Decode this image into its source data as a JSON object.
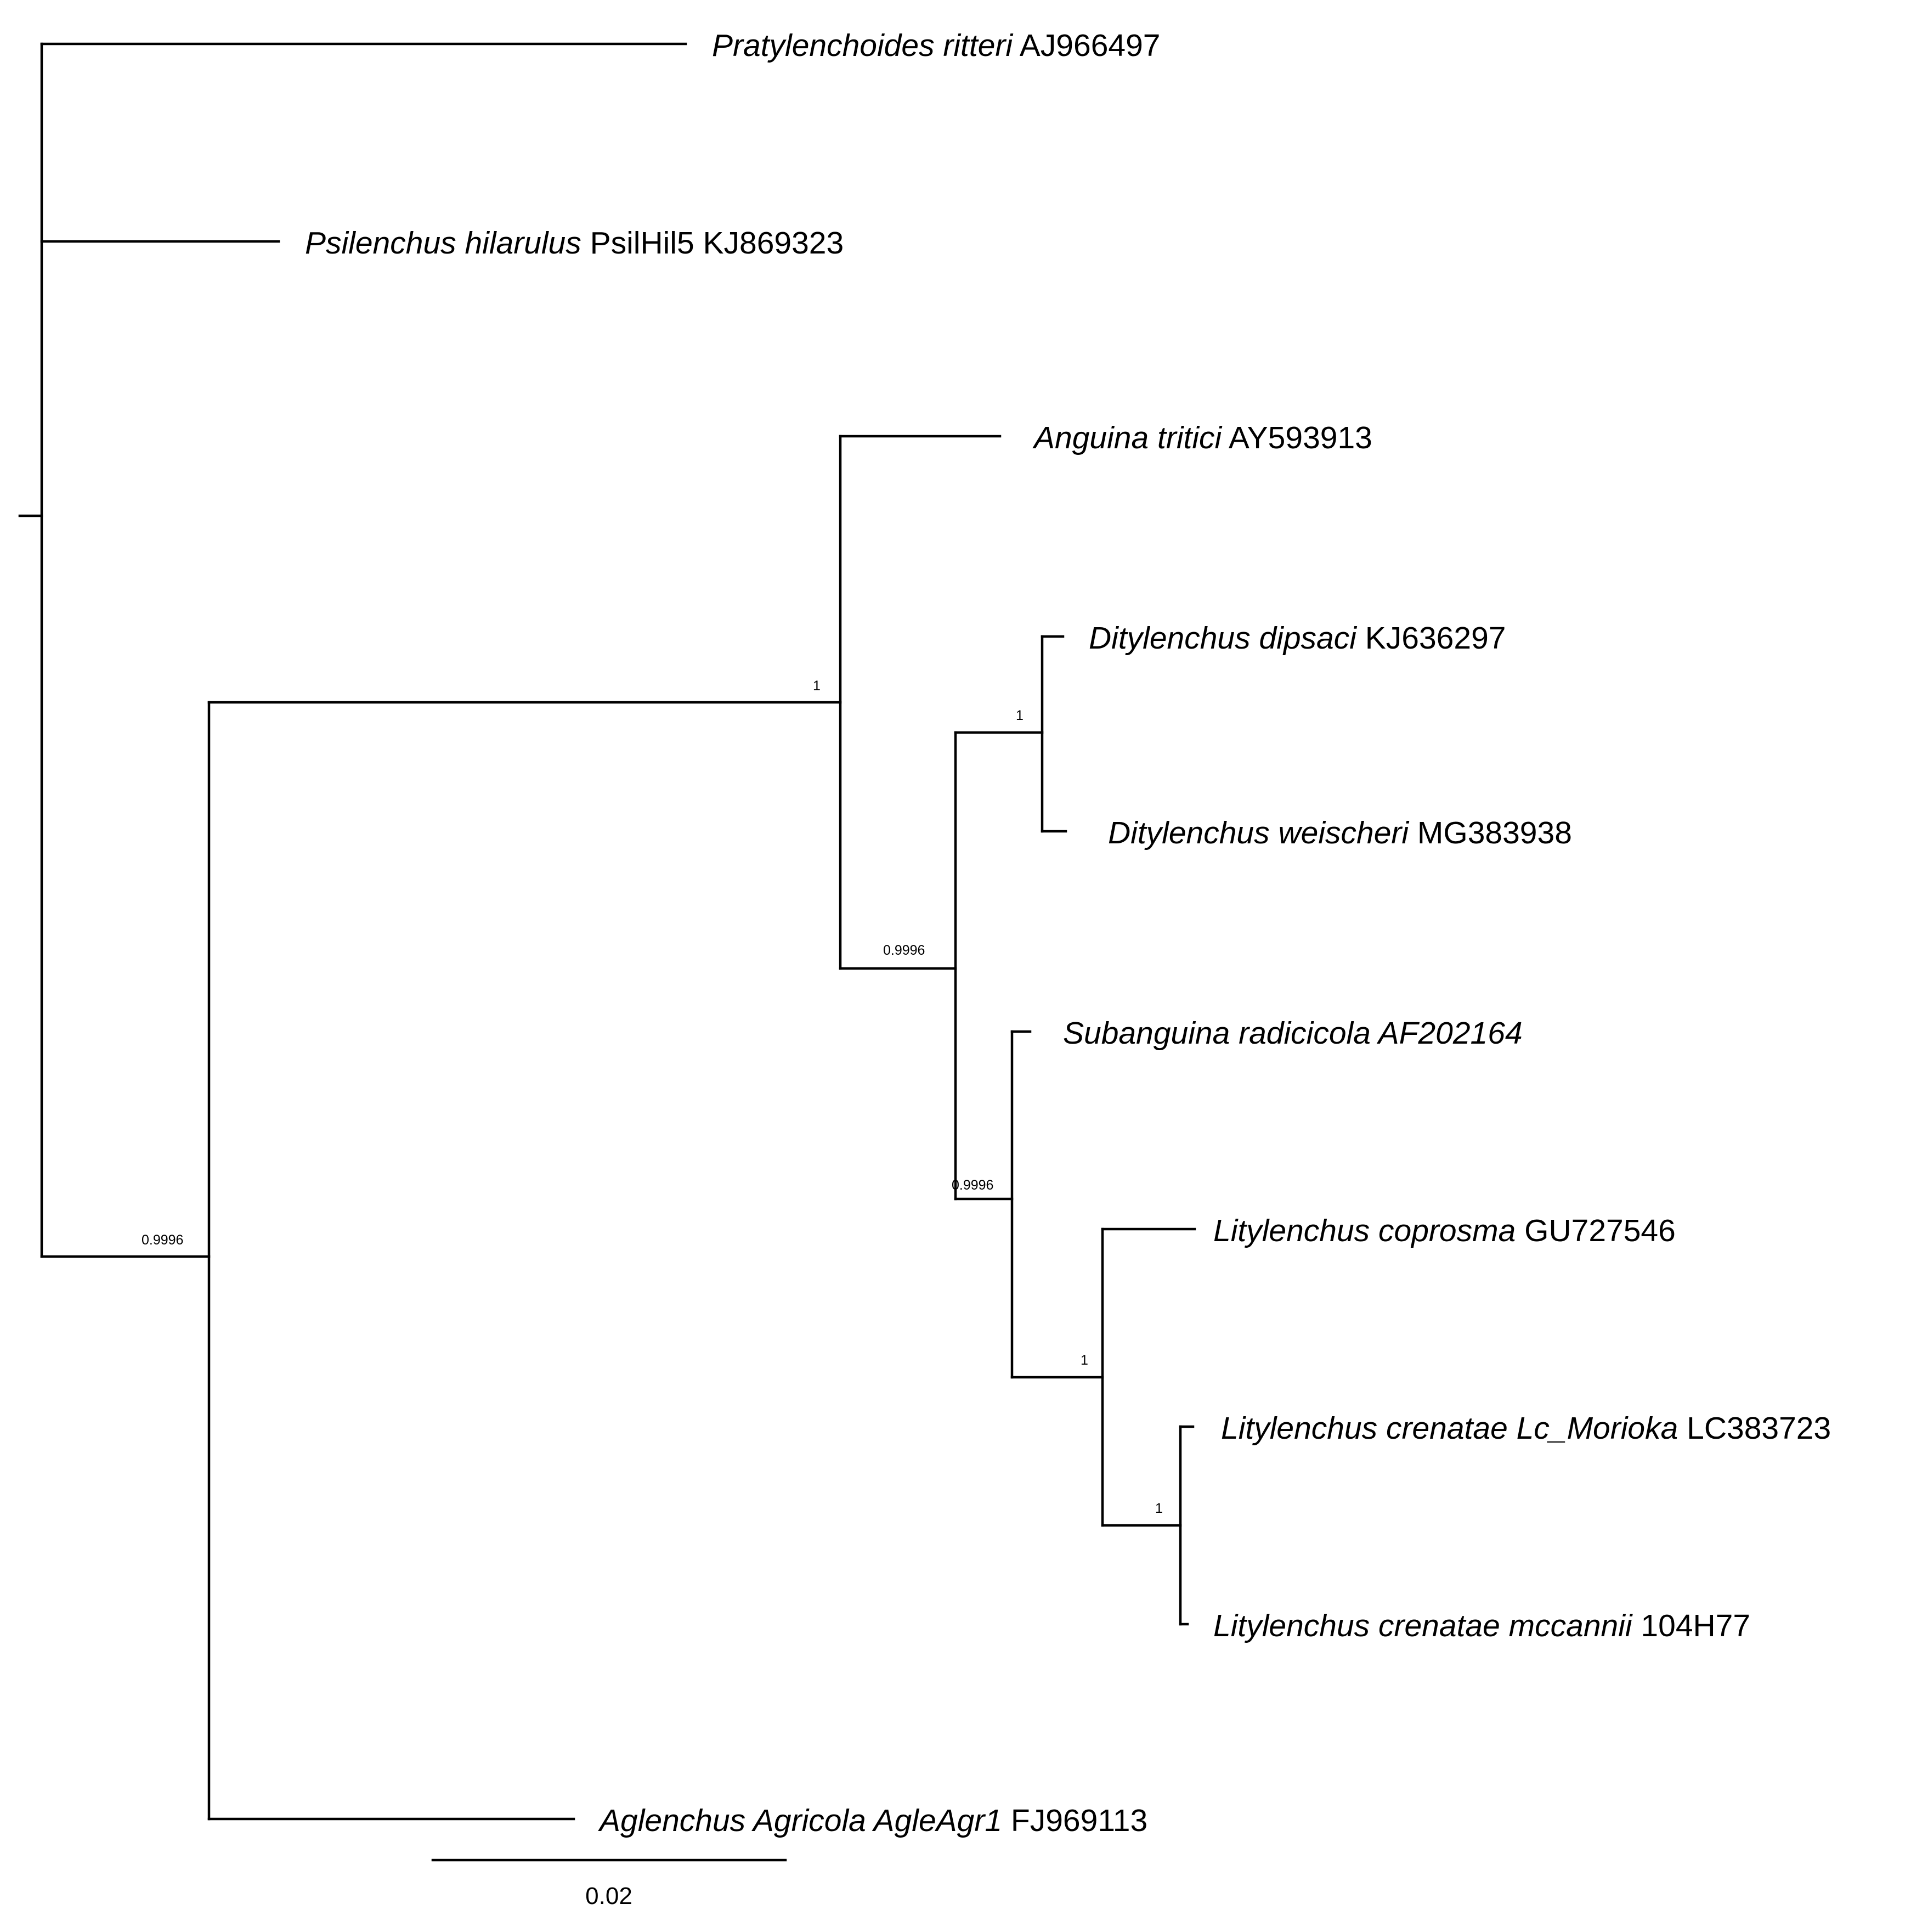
{
  "tree": {
    "taxa": [
      {
        "id": "pratylenchoides",
        "italic": "Pratylenchoides ritteri",
        "plain": " AJ966497"
      },
      {
        "id": "psilenchus",
        "italic": "Psilenchus hilarulus",
        "plain": " PsilHil5 KJ869323"
      },
      {
        "id": "anguina",
        "italic": "Anguina tritici",
        "plain": " AY593913"
      },
      {
        "id": "ditylenchus-dipsaci",
        "italic": "Ditylenchus dipsaci",
        "plain": " KJ636297"
      },
      {
        "id": "ditylenchus-weischeri",
        "italic": "Ditylenchus weischeri",
        "plain": " MG383938"
      },
      {
        "id": "subanguina",
        "italic": "Subanguina radicicola AF202164",
        "plain": ""
      },
      {
        "id": "litylenchus-coprosma",
        "italic": "Litylenchus coprosma",
        "plain": " GU727546"
      },
      {
        "id": "litylenchus-crenatae-lc",
        "italic": "Litylenchus crenatae Lc_Morioka",
        "plain": " LC383723"
      },
      {
        "id": "litylenchus-crenatae-mccannii",
        "italic": "Litylenchus crenatae mccannii",
        "plain": " 104H77"
      },
      {
        "id": "aglenchus",
        "italic": "Aglenchus Agricola AgleAgr1",
        "plain": " FJ969113"
      }
    ],
    "supports": [
      {
        "id": "node-ingroup",
        "value": "0.9996"
      },
      {
        "id": "node-anguinidae",
        "value": "1"
      },
      {
        "id": "node-ditylenchus-sub",
        "value": "0.9996"
      },
      {
        "id": "node-ditylenchus",
        "value": "1"
      },
      {
        "id": "node-subanguina-litylenchus",
        "value": "0.9996"
      },
      {
        "id": "node-litylenchus",
        "value": "1"
      },
      {
        "id": "node-crenatae",
        "value": "1"
      }
    ],
    "scale_bar": {
      "value": "0.02"
    }
  }
}
